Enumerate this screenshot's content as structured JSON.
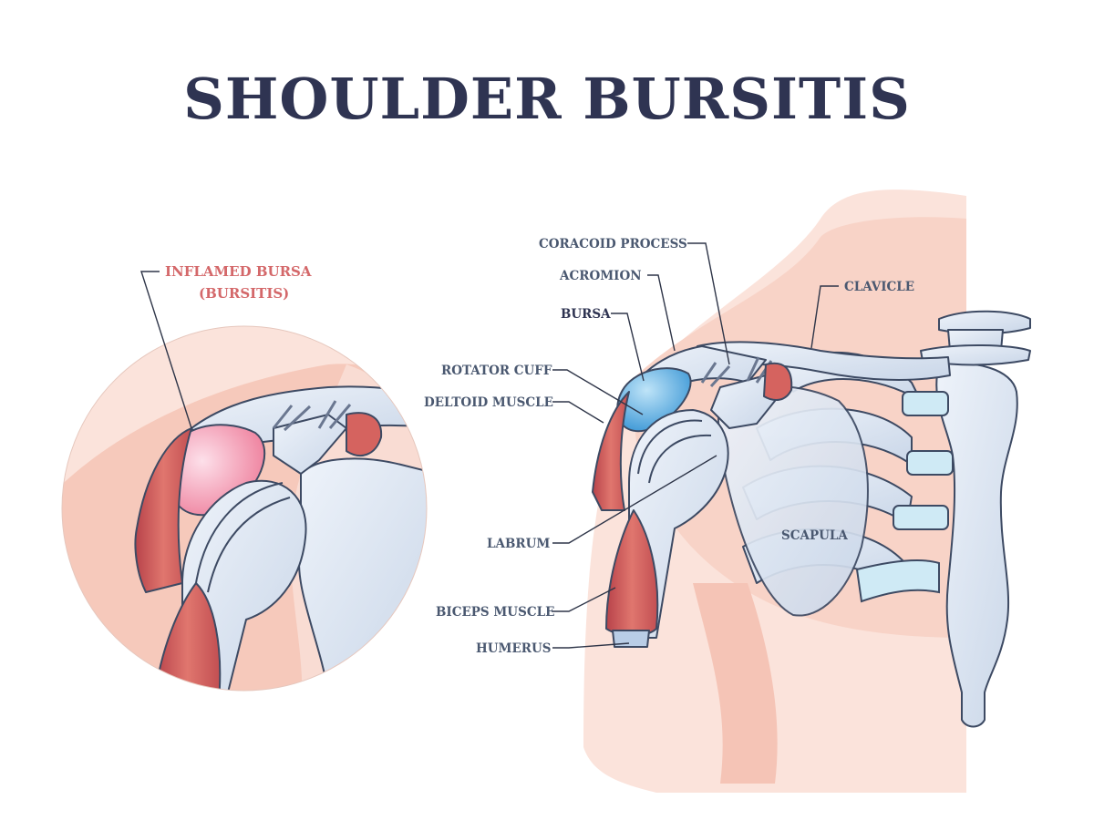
{
  "title": "SHOULDER BURSITIS",
  "inset": {
    "label_line1": "INFLAMED BURSA",
    "label_line2": "(BURSITIS)"
  },
  "labels": {
    "coracoid_process": "CORACOID PROCESS",
    "acromion": "ACROMION",
    "clavicle": "CLAVICLE",
    "bursa": "BURSA",
    "rotator_cuff": "ROTATOR CUFF",
    "deltoid_muscle": "DELTOID MUSCLE",
    "labrum": "LABRUM",
    "biceps_muscle": "BICEPS MUSCLE",
    "humerus": "HUMERUS",
    "scapula": "SCAPULA"
  },
  "colors": {
    "title": "#2f3452",
    "label": "#4a5870",
    "inflamed_label": "#d4686a",
    "skin": "#f9dcd3",
    "bone": "#dce6f2",
    "muscle": "#d5635f",
    "bursa": "#5aaee0",
    "inflamed_bursa": "#f5a0b4"
  }
}
